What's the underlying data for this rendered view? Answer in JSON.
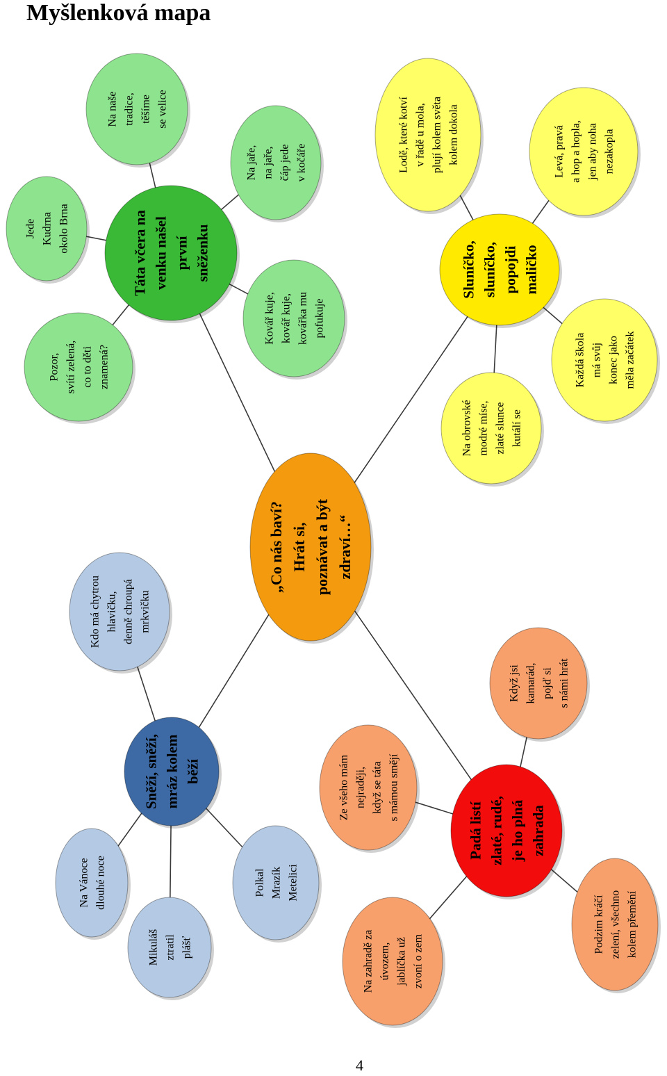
{
  "title": "Myšlenková mapa",
  "page_number": "4",
  "colors": {
    "center": "#f39a0f",
    "green_main": "#39b935",
    "green_leaf": "#8ee48e",
    "yellow_main": "#ffea00",
    "yellow_leaf": "#ffff66",
    "blue_main": "#3d6aa4",
    "blue_leaf": "#b4c9e3",
    "red_main": "#f20c0c",
    "orange_leaf": "#f7a06c"
  },
  "center": {
    "lines": [
      "„Co nás baví?",
      "Hrát si,",
      "poznávat a být",
      "zdraví…“"
    ]
  },
  "branches": [
    {
      "id": "green",
      "main": {
        "lines": [
          "Táta včera na",
          "venku našel",
          "první",
          "sněženku"
        ]
      },
      "leaves": [
        {
          "lines": [
            "Jede",
            "Kudrna",
            "okolo Brna"
          ]
        },
        {
          "lines": [
            "Na naše",
            "tradice,",
            "těšíme",
            "se velice"
          ]
        },
        {
          "lines": [
            "Na jaře,",
            "na jaře,",
            "čáp jede",
            "v kočáře"
          ]
        },
        {
          "lines": [
            "Kovář kuje,",
            "kovář kuje,",
            "kovářka mu",
            "pofukuje"
          ]
        },
        {
          "lines": [
            "Pozor,",
            "svítí zelená,",
            "co to děti",
            "znamená?"
          ]
        }
      ]
    },
    {
      "id": "yellow",
      "main": {
        "lines": [
          "Sluníčko,",
          "sluníčko,",
          "popojdi",
          "maličko"
        ]
      },
      "leaves": [
        {
          "lines": [
            "Lodě, které kotví",
            "v řadě u mola,",
            "plují kolem světa",
            "kolem dokola"
          ]
        },
        {
          "lines": [
            "Levá, pravá",
            "a hop a hopla,",
            "jen aby noha",
            "nezakopla"
          ]
        },
        {
          "lines": [
            "Každá škola",
            "má svůj",
            "konec jako",
            "měla začátek"
          ]
        },
        {
          "lines": [
            "Na obrovské",
            "modré míse,",
            "zlaté slunce",
            "kutálí se"
          ]
        }
      ]
    },
    {
      "id": "blue",
      "main": {
        "lines": [
          "Sněží, sněží,",
          "mráz kolem",
          "běží"
        ]
      },
      "leaves": [
        {
          "lines": [
            "Kdo má chytrou",
            "hlavičku,",
            "denně chroupá",
            "mrkvičku"
          ]
        },
        {
          "lines": [
            "Na Vánoce",
            "dlouhé noce"
          ]
        },
        {
          "lines": [
            "Mikuláš",
            "ztratil",
            "plášť"
          ]
        },
        {
          "lines": [
            "Polkal",
            "Mrazík",
            "Metelici"
          ]
        }
      ]
    },
    {
      "id": "red",
      "main": {
        "lines": [
          "Padá listí",
          "zlaté, rudé,",
          "je ho plná",
          "zahrada"
        ]
      },
      "leaves": [
        {
          "lines": [
            "Když jsi",
            "kamarád,",
            "pojď si",
            "s námi hrát"
          ]
        },
        {
          "lines": [
            "Ze všeho mám",
            "nejraději,",
            "když se táta",
            "s mámou smějí"
          ]
        },
        {
          "lines": [
            "Na zahradě za",
            "úvozem,",
            "jablíčka už",
            "zvoní o zem"
          ]
        },
        {
          "lines": [
            "Podzim kráčí",
            "zelení, všechno",
            "kolem přemění"
          ]
        }
      ]
    }
  ]
}
